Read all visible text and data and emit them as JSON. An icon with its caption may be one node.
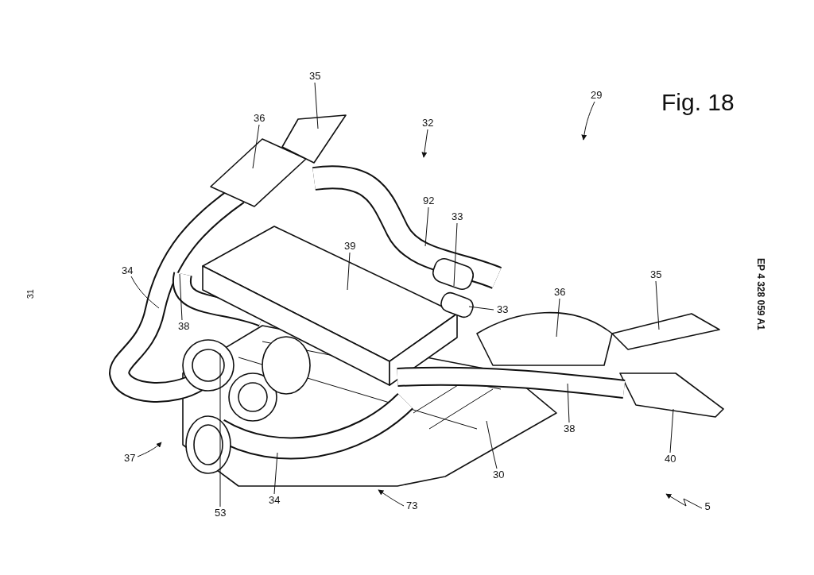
{
  "diagram": {
    "title": "Fig. 18",
    "nodes": [
      {
        "text": [
          "35"
        ]
      },
      {
        "text": [
          "36"
        ]
      },
      {
        "text": [
          "32"
        ]
      },
      {
        "text": [
          "29"
        ]
      },
      {
        "text": [
          "92"
        ]
      },
      {
        "text": [
          "33"
        ]
      },
      {
        "text": [
          "39"
        ]
      },
      {
        "text": [
          "34"
        ]
      },
      {
        "text": [
          "38"
        ]
      },
      {
        "text": [
          "33"
        ]
      },
      {
        "text": [
          "36"
        ]
      },
      {
        "text": [
          "35"
        ]
      },
      {
        "text": [
          "38"
        ]
      },
      {
        "text": [
          "40"
        ]
      },
      {
        "text": [
          "37"
        ]
      },
      {
        "text": [
          "53"
        ]
      },
      {
        "text": [
          "34"
        ]
      },
      {
        "text": [
          "30"
        ]
      },
      {
        "text": [
          "73"
        ]
      },
      {
        "text": [
          "5"
        ]
      }
    ],
    "edges": [
      {
        "from": 0,
        "to": null,
        "arrow": "none"
      },
      {
        "from": 1,
        "to": null,
        "arrow": "none"
      },
      {
        "from": 2,
        "to": null,
        "arrow": "to"
      },
      {
        "from": 3,
        "to": null,
        "arrow": "to"
      },
      {
        "from": 4,
        "to": null,
        "arrow": "none"
      },
      {
        "from": 5,
        "to": null,
        "arrow": "none"
      },
      {
        "from": 6,
        "to": null,
        "arrow": "none"
      },
      {
        "from": 7,
        "to": null,
        "arrow": "none"
      },
      {
        "from": 8,
        "to": null,
        "arrow": "none"
      },
      {
        "from": 9,
        "to": null,
        "arrow": "none"
      },
      {
        "from": 10,
        "to": null,
        "arrow": "none"
      },
      {
        "from": 11,
        "to": null,
        "arrow": "none"
      },
      {
        "from": 12,
        "to": null,
        "arrow": "none"
      },
      {
        "from": 13,
        "to": null,
        "arrow": "none"
      },
      {
        "from": 14,
        "to": null,
        "arrow": "to"
      },
      {
        "from": 15,
        "to": null,
        "arrow": "none"
      },
      {
        "from": 16,
        "to": null,
        "arrow": "none"
      },
      {
        "from": 17,
        "to": null,
        "arrow": "none"
      },
      {
        "from": 18,
        "to": null,
        "arrow": "to"
      },
      {
        "from": 19,
        "to": null,
        "arrow": "to"
      }
    ],
    "labels": [
      "EP 4 328 059 A1",
      "31"
    ]
  }
}
